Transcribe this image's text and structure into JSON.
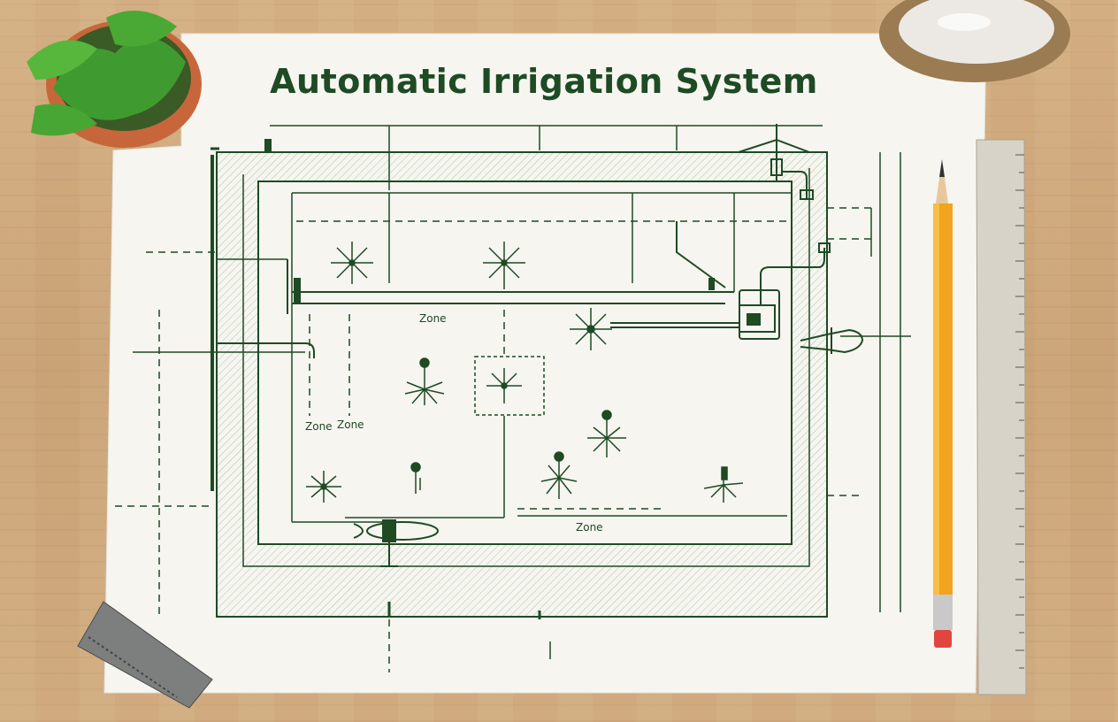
{
  "diagram": {
    "title": "Automatic Irrigation System",
    "labels": {
      "zone_center": "Zone",
      "zone_left_a": "Zone",
      "zone_left_b": "Zone",
      "zone_bottom": "Zone"
    },
    "line_color": "#1e4a24",
    "paper_color": "#f6f5f0",
    "desk_color": "#cfa97c",
    "pencil_color": "#f2a41e"
  }
}
